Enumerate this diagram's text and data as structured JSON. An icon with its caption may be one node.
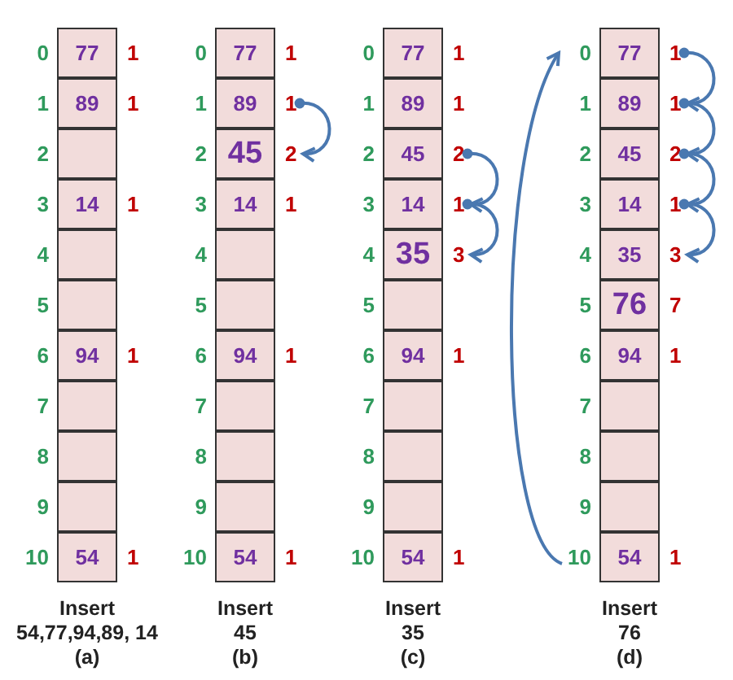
{
  "diagram": {
    "nodes": [
      {
        "text": [
          "77"
        ],
        "beside": [
          "0",
          "1"
        ]
      },
      {
        "text": [
          "89"
        ],
        "beside": [
          "1",
          "1"
        ]
      },
      {
        "text": [],
        "shape": "box",
        "beside": [
          "2"
        ]
      },
      {
        "text": [
          "14"
        ],
        "beside": [
          "3",
          "1"
        ]
      },
      {
        "text": [],
        "shape": "box",
        "beside": [
          "4"
        ]
      },
      {
        "text": [],
        "shape": "box",
        "beside": [
          "5"
        ]
      },
      {
        "text": [
          "94"
        ],
        "beside": [
          "6",
          "1"
        ]
      },
      {
        "text": [],
        "shape": "box",
        "beside": [
          "7"
        ]
      },
      {
        "text": [],
        "shape": "box",
        "beside": [
          "8"
        ]
      },
      {
        "text": [],
        "shape": "box",
        "beside": [
          "9"
        ]
      },
      {
        "text": [
          "54"
        ],
        "beside": [
          "10",
          "1"
        ]
      },
      {
        "text": [
          "77"
        ],
        "beside": [
          "0",
          "1"
        ]
      },
      {
        "text": [
          "89"
        ],
        "beside": [
          "1",
          "1"
        ]
      },
      {
        "text": [
          "45"
        ],
        "beside": [
          "2",
          "2"
        ]
      },
      {
        "text": [
          "14"
        ],
        "beside": [
          "3",
          "1"
        ]
      },
      {
        "text": [],
        "shape": "box",
        "beside": [
          "4"
        ]
      },
      {
        "text": [],
        "shape": "box",
        "beside": [
          "5"
        ]
      },
      {
        "text": [
          "94"
        ],
        "beside": [
          "6",
          "1"
        ]
      },
      {
        "text": [],
        "shape": "box",
        "beside": [
          "7"
        ]
      },
      {
        "text": [],
        "shape": "box",
        "beside": [
          "8"
        ]
      },
      {
        "text": [],
        "shape": "box",
        "beside": [
          "9"
        ]
      },
      {
        "text": [
          "54"
        ],
        "beside": [
          "10",
          "1"
        ]
      },
      {
        "text": [
          "77"
        ],
        "beside": [
          "0",
          "1"
        ]
      },
      {
        "text": [
          "89"
        ],
        "beside": [
          "1",
          "1"
        ]
      },
      {
        "text": [
          "45"
        ],
        "beside": [
          "2",
          "2"
        ]
      },
      {
        "text": [
          "14"
        ],
        "beside": [
          "3",
          "1"
        ]
      },
      {
        "text": [
          "35"
        ],
        "beside": [
          "4",
          "3"
        ]
      },
      {
        "text": [],
        "shape": "box",
        "beside": [
          "5"
        ]
      },
      {
        "text": [
          "94"
        ],
        "beside": [
          "6",
          "1"
        ]
      },
      {
        "text": [],
        "shape": "box",
        "beside": [
          "7"
        ]
      },
      {
        "text": [],
        "shape": "box",
        "beside": [
          "8"
        ]
      },
      {
        "text": [],
        "shape": "box",
        "beside": [
          "9"
        ]
      },
      {
        "text": [
          "54"
        ],
        "beside": [
          "10",
          "1"
        ]
      },
      {
        "text": [
          "77"
        ],
        "beside": [
          "0",
          "1"
        ]
      },
      {
        "text": [
          "89"
        ],
        "beside": [
          "1",
          "1"
        ]
      },
      {
        "text": [
          "45"
        ],
        "beside": [
          "2",
          "2"
        ]
      },
      {
        "text": [
          "14"
        ],
        "beside": [
          "3",
          "1"
        ]
      },
      {
        "text": [
          "35"
        ],
        "beside": [
          "4",
          "3"
        ]
      },
      {
        "text": [
          "76"
        ],
        "beside": [
          "5",
          "7"
        ]
      },
      {
        "text": [
          "94"
        ],
        "beside": [
          "6",
          "1"
        ]
      },
      {
        "text": [],
        "shape": "box",
        "beside": [
          "7"
        ]
      },
      {
        "text": [],
        "shape": "box",
        "beside": [
          "8"
        ]
      },
      {
        "text": [],
        "shape": "box",
        "beside": [
          "9"
        ]
      },
      {
        "text": [
          "54"
        ],
        "beside": [
          "10",
          "1"
        ]
      }
    ],
    "edges": [
      {
        "from": 12,
        "to": 13,
        "arrow": "to"
      },
      {
        "from": 24,
        "to": 25,
        "arrow": "to"
      },
      {
        "from": 25,
        "to": 26,
        "arrow": "to"
      },
      {
        "from": 33,
        "to": 34,
        "arrow": "to"
      },
      {
        "from": 34,
        "to": 35,
        "arrow": "to"
      },
      {
        "from": 35,
        "to": 36,
        "arrow": "to"
      },
      {
        "from": 36,
        "to": 37,
        "arrow": "to"
      },
      {
        "from": 43,
        "to": 33,
        "arrow": "to"
      }
    ],
    "labels": [
      "Insert 54,77,94,89, 14",
      "(a)",
      "Insert 45",
      "(b)",
      "Insert 35",
      "(c)",
      "Insert 76",
      "(d)"
    ]
  }
}
